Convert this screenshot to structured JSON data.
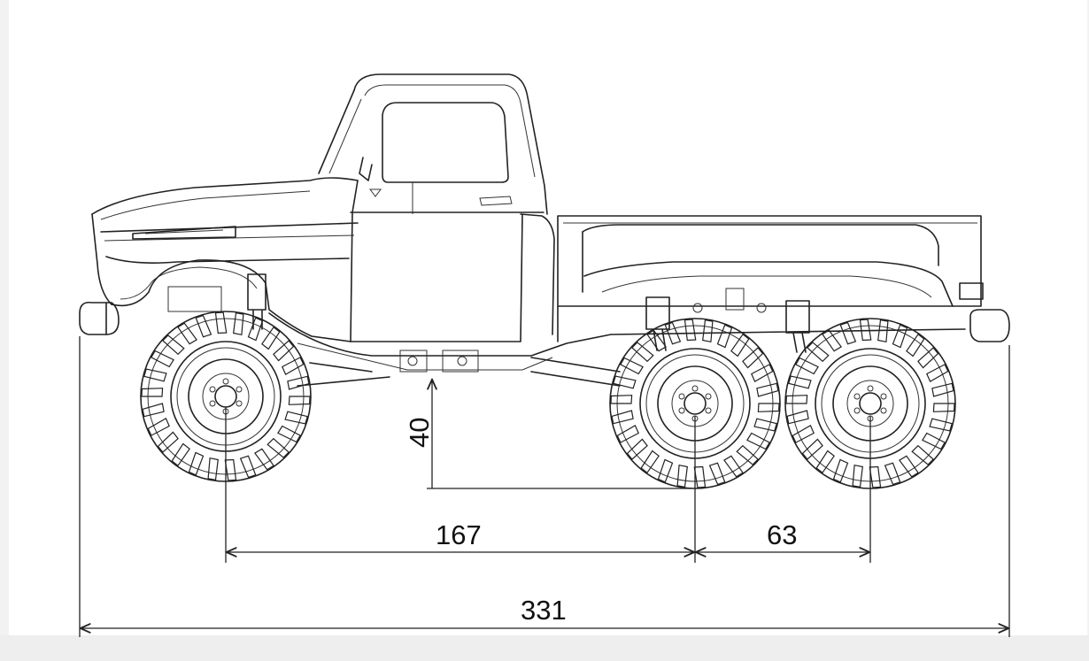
{
  "dimensions": {
    "ground_clearance": "40",
    "front_to_middle_axle": "167",
    "middle_to_rear_axle": "63",
    "overall_length": "331"
  },
  "colors": {
    "line": "#222222",
    "background": "#ffffff",
    "page": "#f2f2f2"
  }
}
